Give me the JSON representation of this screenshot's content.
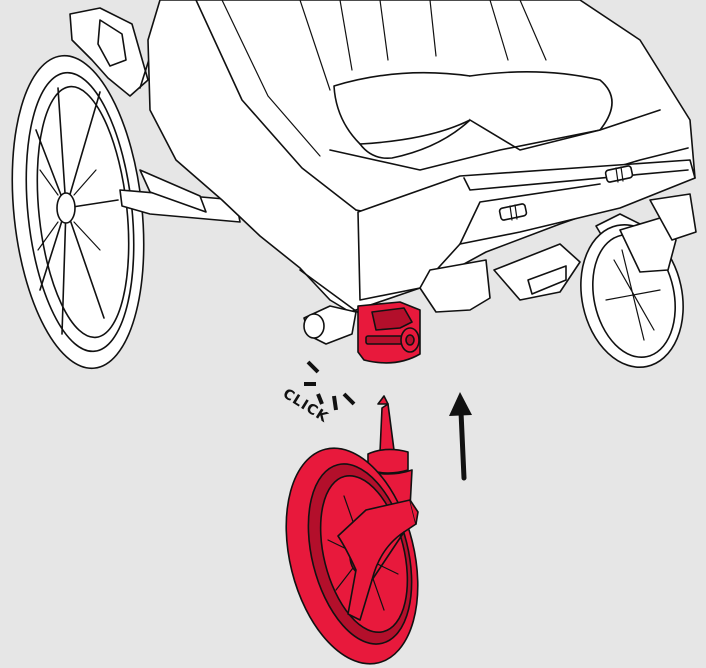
{
  "illustration": {
    "click_label": "CLICK"
  },
  "colors": {
    "background": "#e6e6e6",
    "outline": "#111111",
    "body_fill": "#ffffff",
    "accent_red": "#e8193c",
    "accent_red_dark": "#b30f2b"
  },
  "icons": {
    "stroller": "stroller-illustration",
    "front_wheel": "swivel-front-wheel",
    "direction": "up-arrow",
    "sound": "click-burst"
  }
}
